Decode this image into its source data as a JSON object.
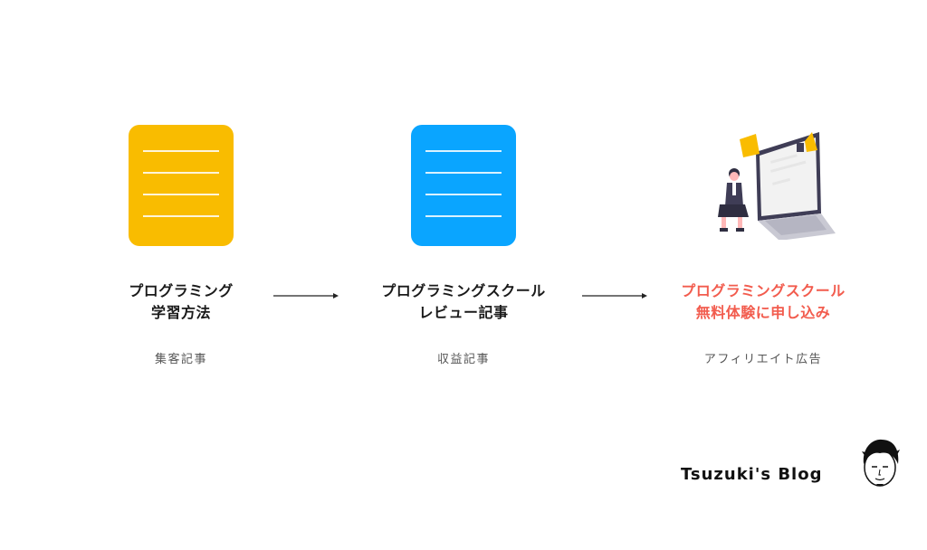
{
  "colors": {
    "card_yellow": "#F9BC00",
    "card_blue": "#0AA5FF",
    "accent_red": "#F25C4E",
    "text_dark": "#1a1a1a",
    "text_muted": "#555555"
  },
  "steps": [
    {
      "icon": "document-icon",
      "title_lines": [
        "プログラミング",
        "学習方法"
      ],
      "subtitle": "集客記事"
    },
    {
      "icon": "document-icon",
      "title_lines": [
        "プログラミングスクール",
        "レビュー記事"
      ],
      "subtitle": "収益記事"
    },
    {
      "icon": "woman-laptop-illustration",
      "title_lines": [
        "プログラミングスクール",
        "無料体験に申し込み"
      ],
      "subtitle": "アフィリエイト広告"
    }
  ],
  "brand": {
    "name": "Tsuzuki's Blog",
    "avatar_icon": "avatar-icon"
  }
}
